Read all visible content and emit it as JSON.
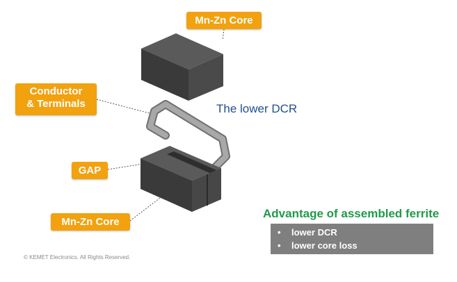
{
  "labels": {
    "top_core": "Mn-Zn Core",
    "conductor_line1": "Conductor",
    "conductor_line2": "& Terminals",
    "gap": "GAP",
    "bottom_core": "Mn-Zn Core",
    "lower_dcr": "The lower DCR"
  },
  "advantage": {
    "title": "Advantage of assembled ferrite",
    "items": [
      "lower DCR",
      "lower core loss"
    ],
    "bullet_glyph": "•"
  },
  "copyright": "© KEMET Electronics. All Rights Reserved.",
  "colors": {
    "tag_bg": "#f2a10f",
    "core_dark": "#3d3d3d",
    "conductor": "#9a9a9a",
    "advantage_title": "#1f9a4a",
    "advantage_box": "#7f7f7f",
    "lower_dcr_text": "#1f4f8f"
  }
}
